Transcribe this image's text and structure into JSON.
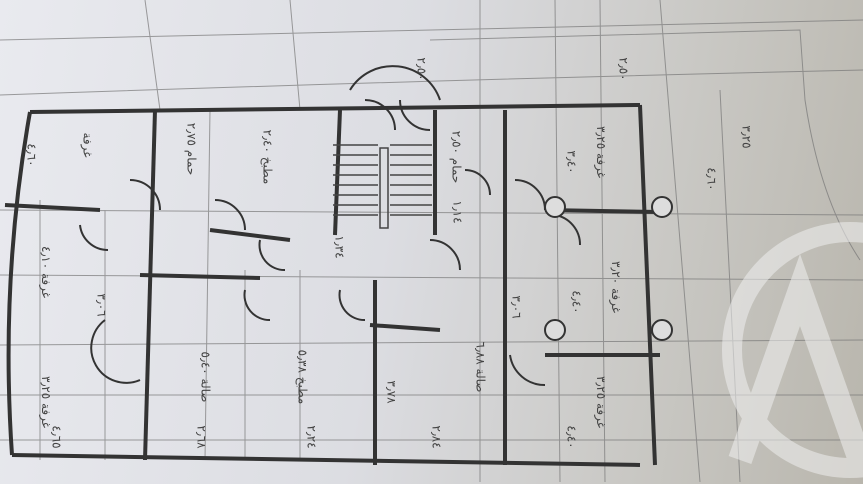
{
  "plan": {
    "labels": {
      "top_dim_left": "٢٫٥٠",
      "top_dim_right": "٢٫٥٠",
      "balcony_dim_1": "٣٫٢٥",
      "balcony_dim_2": "٤٫٦٠",
      "left_top_room": "غرفة",
      "left_top_dim": "٤٫٦٠",
      "bath_left": "حمام ٢٫٧٥",
      "kitchen_top": "مطبخ ٢٫٤٠",
      "left_bedroom": "غرفة ٤٫١٠",
      "left_bedroom_b": "٣٫٠٦",
      "hall_left": "صالة ٥٫٤٠",
      "hall_left_b": "٢٫٦٨",
      "kitchen_left": "مطبخ ٥٫٣٨",
      "kitchen_left_b": "٢٫٢٤",
      "bedroom_bl": "غرفة ٣٫٢٥",
      "bedroom_bl_b": "٤٫٦٥",
      "stair_dim": "١٫٣٤",
      "hall_right": "صالة ٦٫٨٨",
      "hall_right_b": "٣٫٧٨",
      "hall_right_c": "٢٫٨٤",
      "bath_right": "حمام ٢٫٥٠",
      "bath_right_b": "١٫١٤",
      "bedroom_r1": "غرفة ٣٫٢٥",
      "bedroom_r1_b": "٣٫٤٠",
      "bedroom_r2": "غرفة ٣٫٢٠",
      "bedroom_r2_b": "٤٫٤٠",
      "bedroom_r2_c": "٣٫٠٦",
      "bedroom_r3": "غرفة ٣٫٢٥",
      "bedroom_r3_b": "٤٫٤٠"
    },
    "colors": {
      "line": "#3a3a3a",
      "watermark": "#f2f2f2"
    }
  }
}
